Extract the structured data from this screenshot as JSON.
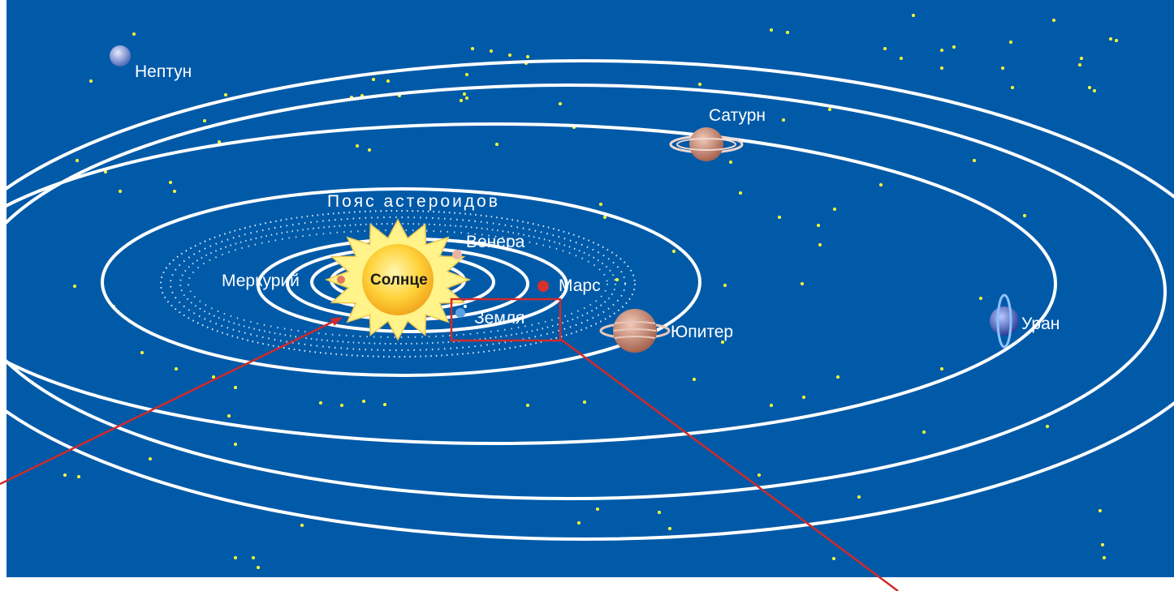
{
  "diagram": {
    "sun_label": "Солнце",
    "belt_label": "Пояс астероидов",
    "planets": [
      {
        "id": "mercury",
        "label": "Меркурий",
        "color": "#e07a5a"
      },
      {
        "id": "venus",
        "label": "Венера",
        "color": "#e8b2a4"
      },
      {
        "id": "earth",
        "label": "Земля",
        "color": "#5aa0e0"
      },
      {
        "id": "mars",
        "label": "Марс",
        "color": "#d8302a"
      },
      {
        "id": "jupiter",
        "label": "Юпитер",
        "color": "#c98a76"
      },
      {
        "id": "saturn",
        "label": "Сатурн",
        "color": "#c98a76"
      },
      {
        "id": "uranus",
        "label": "Уран",
        "color": "#3b5fb8"
      },
      {
        "id": "neptune",
        "label": "Нептун",
        "color": "#6d86c8"
      }
    ],
    "colors": {
      "space": "#005aa8",
      "frame": "#ffffff",
      "orbit": "#ffffff",
      "star": "#ffff33",
      "sun_core": "#ffcc33",
      "sun_rays": "#fff38a",
      "pointer": "#d12a2a"
    }
  }
}
